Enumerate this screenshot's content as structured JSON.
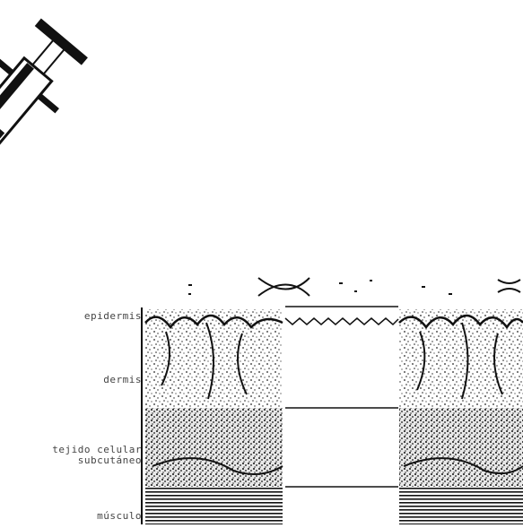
{
  "diagram": {
    "layers": [
      {
        "id": "epidermis",
        "label": "epidermis"
      },
      {
        "id": "dermis",
        "label": "dermis"
      },
      {
        "id": "hypodermis",
        "label": "tejido celular subcutáneo"
      },
      {
        "id": "muscle",
        "label": "músculo"
      }
    ]
  }
}
